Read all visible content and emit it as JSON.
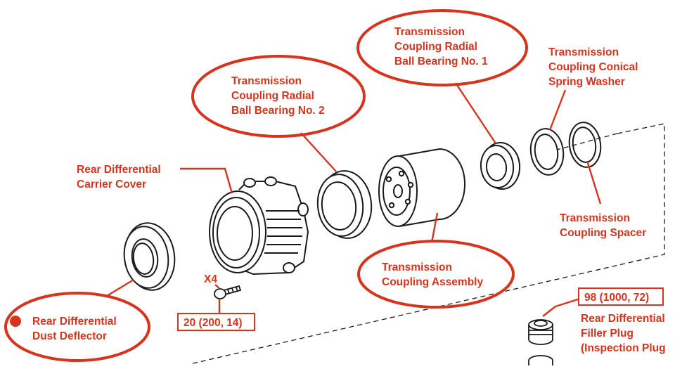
{
  "colors": {
    "accent": "#d6341c",
    "line": "#1a1a1a",
    "background": "#ffffff"
  },
  "labels": {
    "coupling_radial_bearing_1": [
      "Transmission",
      "Coupling Radial",
      "Ball Bearing No. 1"
    ],
    "coupling_conical_spring_washer": [
      "Transmission",
      "Coupling Conical",
      "Spring Washer"
    ],
    "coupling_radial_bearing_2": [
      "Transmission",
      "Coupling Radial",
      "Ball Bearing No. 2"
    ],
    "rear_differential_carrier_cover": [
      "Rear Differential",
      "Carrier Cover"
    ],
    "coupling_spacer": [
      "Transmission",
      "Coupling Spacer"
    ],
    "coupling_assembly": [
      "Transmission",
      "Coupling Assembly"
    ],
    "rear_differential_dust_deflector": [
      "Rear Differential",
      "Dust Deflector"
    ],
    "rear_differential_filler_plug": [
      "Rear Differential",
      "Filler Plug",
      "(Inspection Plug"
    ]
  },
  "fasteners": {
    "bolt_quantity": "X4",
    "bolt_torque": "20 (200, 14)",
    "filler_plug_torque": "98 (1000, 72)"
  }
}
